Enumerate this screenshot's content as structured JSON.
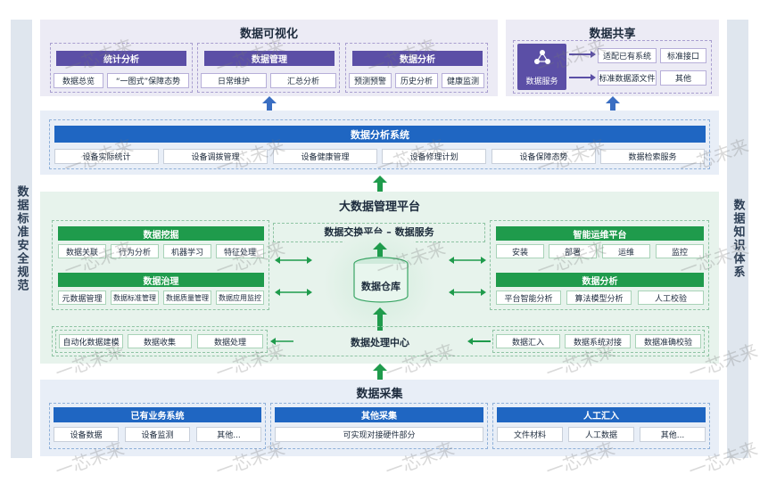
{
  "left_side": "数据标准安全规范",
  "right_side": "数据知识体系",
  "visual": {
    "title": "数据可视化",
    "groups": [
      {
        "name": "统计分析",
        "items": [
          "数据总览",
          "“一图式”保障态势"
        ]
      },
      {
        "name": "数据管理",
        "items": [
          "日常维护",
          "汇总分析"
        ]
      },
      {
        "name": "数据分析",
        "items": [
          "预测预警",
          "历史分析",
          "健康监测"
        ]
      }
    ]
  },
  "share": {
    "title": "数据共享",
    "service": "数据服务",
    "items": [
      "适配已有系统",
      "标准接口",
      "标准数据源文件",
      "其他"
    ]
  },
  "analysis": {
    "bar": "数据分析系统",
    "items": [
      "设备实际统计",
      "设备调拨管理",
      "设备健康管理",
      "设备修理计划",
      "设备保障态势",
      "数据检索服务"
    ]
  },
  "bigdata": {
    "title": "大数据管理平台",
    "mining": {
      "name": "数据挖掘",
      "items": [
        "数据关联",
        "行为分析",
        "机器学习",
        "特征处理"
      ]
    },
    "governance": {
      "name": "数据治理",
      "items": [
        "元数据管理",
        "数据标准管理",
        "数据质量管理",
        "数据应用监控"
      ]
    },
    "exchange": "数据交换平台 – 数据服务",
    "warehouse": "数据仓库",
    "ops": {
      "name": "智能运维平台",
      "items": [
        "安装",
        "部署",
        "运维",
        "监控"
      ]
    },
    "dataanalysis": {
      "name": "数据分析",
      "items": [
        "平台智能分析",
        "算法模型分析",
        "人工校验"
      ]
    },
    "processing_center": "数据处理中心",
    "proc_left": [
      "自动化数据建模",
      "数据收集",
      "数据处理"
    ],
    "proc_right": [
      "数据汇入",
      "数据系统对接",
      "数据准确校验"
    ]
  },
  "collect": {
    "title": "数据采集",
    "groups": [
      {
        "name": "已有业务系统",
        "items": [
          "设备数据",
          "设备监测",
          "其他..."
        ]
      },
      {
        "name": "其他采集",
        "items": [
          "可实现对接硬件部分"
        ]
      },
      {
        "name": "人工汇入",
        "items": [
          "文件材料",
          "人工数据",
          "其他..."
        ]
      }
    ]
  },
  "watermark": "一芯未来",
  "colors": {
    "purple": "#5b4fa6",
    "blue": "#1f66c2",
    "green": "#1f9b4c"
  }
}
